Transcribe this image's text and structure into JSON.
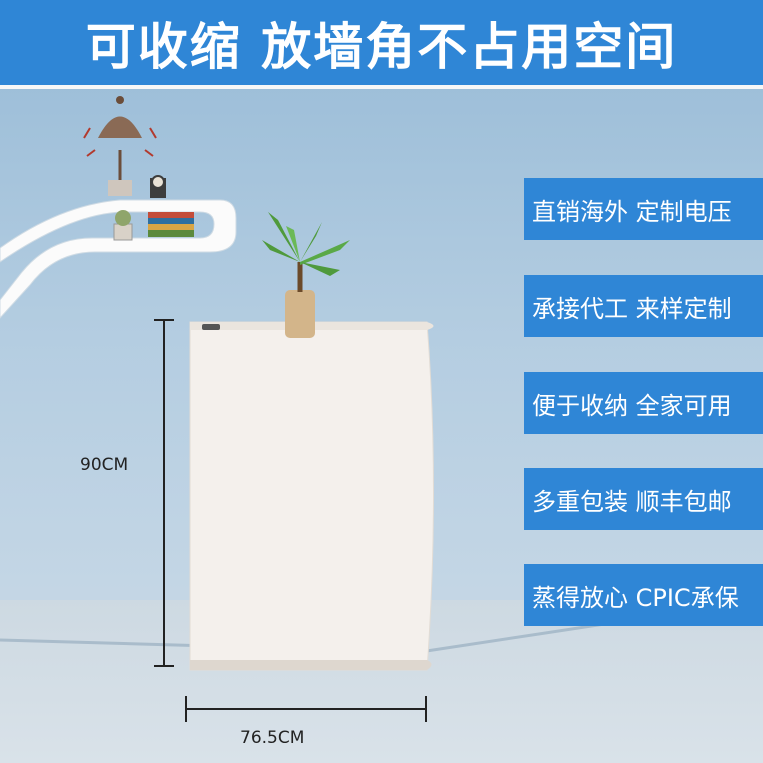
{
  "banner": {
    "title": "可收缩 放墙角不占用空间"
  },
  "features": [
    "直销海外 定制电压",
    "承接代工 来样定制",
    "便于收纳 全家可用",
    "多重包装 顺丰包邮",
    "蒸得放心 CPIC承保"
  ],
  "dimensions": {
    "height": "90CM",
    "width": "76.5CM"
  },
  "colors": {
    "banner": "#2f86d6",
    "wall": "#b4cde1",
    "cabinet": "#f4f0ec"
  }
}
